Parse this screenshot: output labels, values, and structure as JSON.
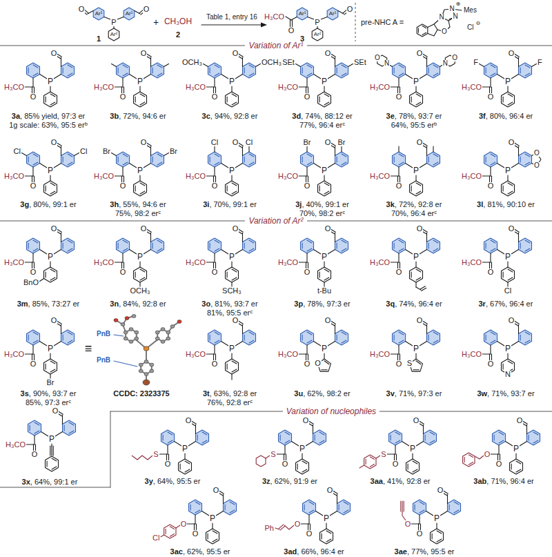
{
  "diagram": {
    "labels": [
      "O",
      "Ar¹",
      "P",
      "Ar¹",
      "O",
      "Ar²",
      "1",
      "+",
      "CH₃OH",
      "2",
      "Table 1, entry 16",
      "H₃CO",
      "O",
      "Ar¹",
      "P",
      "Ar¹",
      "O",
      "Ar²",
      "3",
      "pre-NHC A =",
      "O",
      "N",
      "N",
      "N",
      "⊕",
      "Mes",
      "Cl",
      "⊖",
      "Variation of Ar¹",
      "H₃CO",
      "O",
      "P",
      "O",
      "3a",
      ", 85% yield, 97:3 er",
      "1g scale: 63%, 95:5 erᵇ",
      "H₃CO",
      "O",
      "P",
      "O",
      "3b",
      ", 72%, 94:6 er",
      "H₃CO",
      "O",
      "P",
      "O",
      "OCH₃",
      "OCH₃",
      "3c",
      ", 94%, 92:8 er",
      "H₃CO",
      "O",
      "P",
      "O",
      "SEt",
      "SEt",
      "3d",
      ", 74%, 88:12 er",
      "77%, 96:4 erᶜ",
      "H₃CO",
      "O",
      "P",
      "O",
      "N",
      "O",
      "N",
      "O",
      "3e",
      ", 78%, 93:7 er",
      "64%, 95:5 erᵇ",
      "H₃CO",
      "O",
      "P",
      "O",
      "F",
      "F",
      "3f",
      ", 80%, 96:4 er",
      "H₃CO",
      "O",
      "P",
      "O",
      "Cl",
      "Cl",
      "3g",
      ", 80%, 99:1 er",
      "H₃CO",
      "O",
      "P",
      "O",
      "Br",
      "Br",
      "3h",
      ", 55%, 94:6 er",
      "75%, 98:2 erᶜ",
      "H₃CO",
      "O",
      "P",
      "O",
      "Cl",
      "Cl",
      "3i",
      ", 70%, 99:1 er",
      "H₃CO",
      "O",
      "P",
      "O",
      "Br",
      "Br",
      "3j",
      ", 40%, 99:1 er",
      "70%, 98:2 erᶜ",
      "H₃CO",
      "O",
      "P",
      "O",
      "3k",
      ", 72%, 92:8 er",
      "70%, 96:4 erᶜ",
      "H₃CO",
      "O",
      "P",
      "O",
      "O",
      "O",
      "3l",
      ", 81%, 90:10 er",
      "Variation of Ar²",
      "H₃CO",
      "O",
      "P",
      "O",
      "BnO",
      "3m",
      ", 85%, 73:27 er",
      "H₃CO",
      "O",
      "P",
      "O",
      "OCH₃",
      "3n",
      ", 84%, 92:8 er",
      "H₃CO",
      "O",
      "P",
      "O",
      "SCH₃",
      "3o",
      ", 81%, 93:7 er",
      "81%, 95:5 erᶜ",
      "H₃CO",
      "O",
      "P",
      "O",
      "t-Bu",
      "3p",
      ", 78%, 97:3 er",
      "H₃CO",
      "O",
      "P",
      "O",
      "3q",
      ", 74%, 96:4 er",
      "H₃CO",
      "O",
      "P",
      "O",
      "Cl",
      "3r",
      ", 67%, 96:4 er",
      "H₃CO",
      "O",
      "P",
      "O",
      "Br",
      "3s",
      ", 90%, 93:7 er",
      "85%, 97:3 erᶜ",
      "≡",
      "PnB",
      "PnB",
      "CCDC: 2323375",
      "H₃CO",
      "O",
      "P",
      "O",
      "3t",
      ", 63%, 92:8 er",
      "76%, 92:8 erᶜ",
      "H₃CO",
      "O",
      "P",
      "O",
      "O",
      "3u",
      ", 62%, 98:2 er",
      "H₃CO",
      "O",
      "P",
      "O",
      "S",
      "3v",
      ", 71%, 97:3 er",
      "H₃CO",
      "O",
      "P",
      "O",
      "N",
      "3w",
      ", 71%, 93:7 er",
      "H₃CO",
      "O",
      "P",
      "O",
      "3x",
      ", 64%, 99:1 er",
      "Variation of nucleophiles",
      "S",
      "O",
      "P",
      "O",
      "3y",
      ", 64%, 95:5 er",
      "S",
      "O",
      "P",
      "O",
      "3z",
      ", 62%, 91:9 er",
      "S",
      "O",
      "P",
      "O",
      "3aa",
      ", 41%, 92:8 er",
      "O",
      "O",
      "P",
      "O",
      "3ab",
      ", 71%, 96:4 er",
      "O",
      "Cl",
      "O",
      "P",
      "O",
      "3ac",
      ", 62%, 95:5 er",
      "O",
      "Ph",
      "O",
      "P",
      "O",
      "3ad",
      ", 66%, 96:4 er",
      "O",
      "O",
      "P",
      "O",
      "3ae",
      ", 77%, 95:5 er"
    ]
  }
}
